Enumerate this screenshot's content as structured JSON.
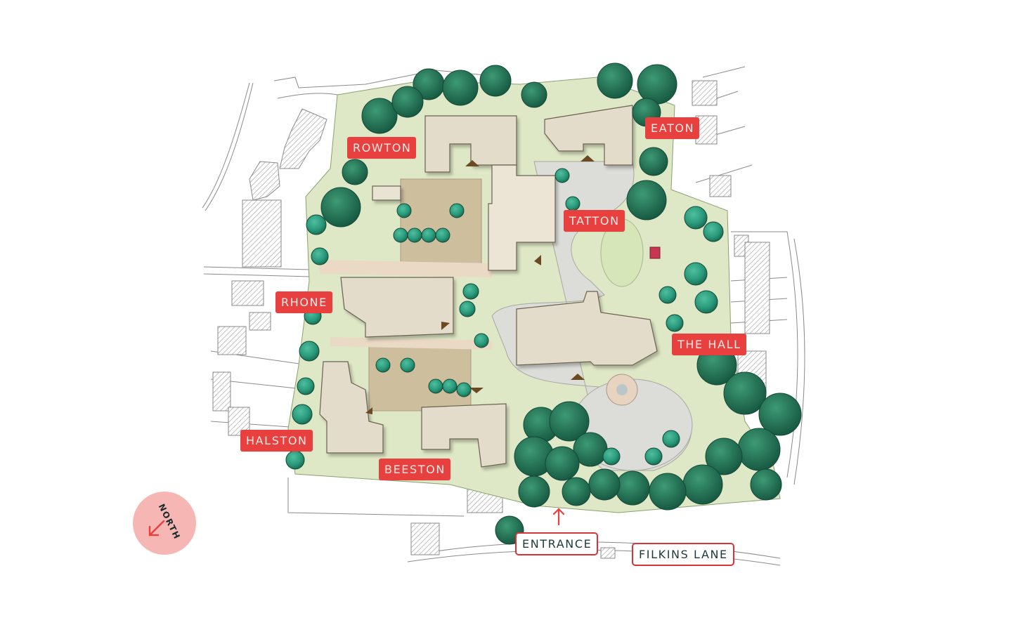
{
  "map": {
    "type": "illustrated site masterplan",
    "compass": {
      "label": "NORTH",
      "arrow_direction": "south-west",
      "circle_color": "#f6b7b4",
      "arrow_color": "#e8403f"
    },
    "building_labels": [
      {
        "id": "rowton",
        "label": "ROWTON"
      },
      {
        "id": "eaton",
        "label": "EATON"
      },
      {
        "id": "tatton",
        "label": "TATTON"
      },
      {
        "id": "rhone",
        "label": "RHONE"
      },
      {
        "id": "the-hall",
        "label": "THE HALL"
      },
      {
        "id": "halston",
        "label": "HALSTON"
      },
      {
        "id": "beeston",
        "label": "BEESTON"
      }
    ],
    "road_labels": [
      {
        "id": "entrance",
        "label": "ENTRANCE",
        "has_arrow": true
      },
      {
        "id": "filkins-lane",
        "label": "FILKINS LANE"
      }
    ],
    "colors": {
      "label_fill": "#e8403f",
      "label_text": "#fde9e6",
      "outline_label_border": "#d7343a",
      "outline_label_text": "#1d3a3a",
      "grass": "#dfe8c6",
      "path": "#ead9c4",
      "road": "#dcdcd8",
      "roof": "#e4dccb",
      "roof_shade": "#cfc5ae",
      "tree_dark": "#1f7a5a",
      "tree_light": "#35a58a",
      "hatch": "#9a9a9a"
    }
  }
}
